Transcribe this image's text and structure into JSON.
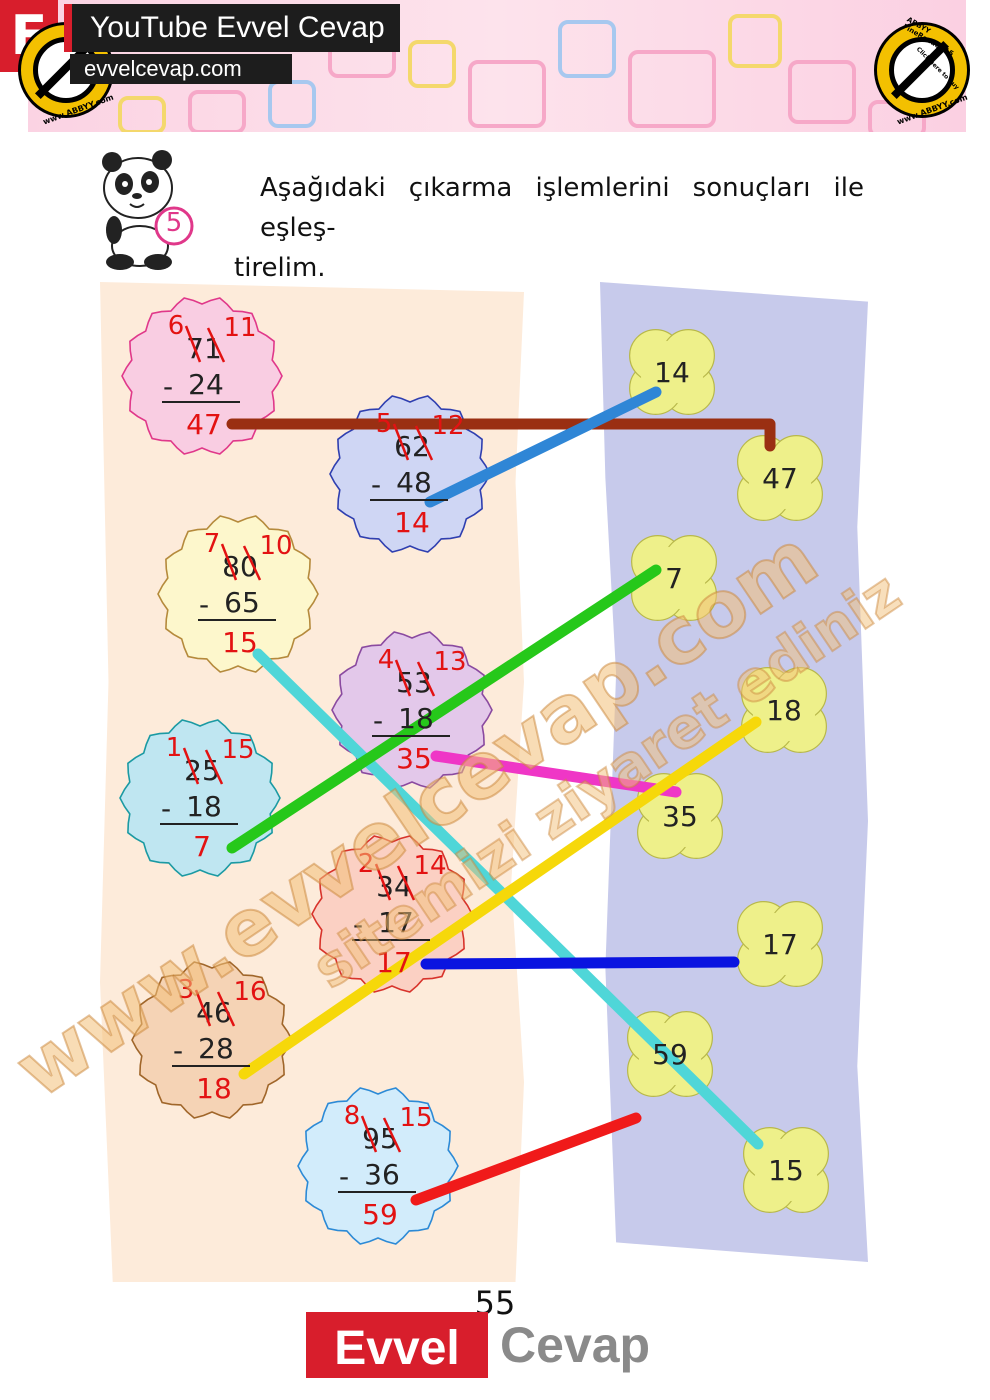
{
  "header": {
    "brand_letter": "E",
    "youtube_title": "YouTube Evvel Cevap",
    "website": "evvelcevap.com",
    "seal_text_left": "www.ABBYY.com",
    "seal_text_right": "www.ABBYY.com",
    "seal_text_top": "Click here to buy",
    "seal_text_product": "ABBYY FineReader 15"
  },
  "exercise": {
    "number": "5",
    "instruction_line1": "Aşağıdaki çıkarma işlemlerini sonuçları ile eşleş-",
    "instruction_line2": "tirelim."
  },
  "problems": [
    {
      "id": "p1",
      "borrow_tens": "6",
      "borrow_ones": "11",
      "minuend": "71",
      "subtrahend": "24",
      "result": "47",
      "sign": "-",
      "color": "#f9cde2",
      "border": "#e0388a"
    },
    {
      "id": "p2",
      "borrow_tens": "5",
      "borrow_ones": "12",
      "minuend": "62",
      "subtrahend": "48",
      "result": "14",
      "sign": "-",
      "color": "#cfd6f4",
      "border": "#2f3fb0"
    },
    {
      "id": "p3",
      "borrow_tens": "7",
      "borrow_ones": "10",
      "minuend": "80",
      "subtrahend": "65",
      "result": "15",
      "sign": "-",
      "color": "#fdf7cc",
      "border": "#b58a3c"
    },
    {
      "id": "p4",
      "borrow_tens": "4",
      "borrow_ones": "13",
      "minuend": "53",
      "subtrahend": "18",
      "result": "35",
      "sign": "-",
      "color": "#e3c8ea",
      "border": "#8a4aa0"
    },
    {
      "id": "p5",
      "borrow_tens": "1",
      "borrow_ones": "15",
      "minuend": "25",
      "subtrahend": "18",
      "result": "7",
      "sign": "-",
      "color": "#bfe6f1",
      "border": "#1b9aa3"
    },
    {
      "id": "p6",
      "borrow_tens": "2",
      "borrow_ones": "14",
      "minuend": "34",
      "subtrahend": "17",
      "result": "17",
      "sign": "-",
      "color": "#fbd0c3",
      "border": "#d8332b"
    },
    {
      "id": "p7",
      "borrow_tens": "3",
      "borrow_ones": "16",
      "minuend": "46",
      "subtrahend": "28",
      "result": "18",
      "sign": "-",
      "color": "#f5d3b5",
      "border": "#a0662a"
    },
    {
      "id": "p8",
      "borrow_tens": "8",
      "borrow_ones": "15",
      "minuend": "95",
      "subtrahend": "36",
      "result": "59",
      "sign": "-",
      "color": "#d2ecfb",
      "border": "#2c8ad6"
    }
  ],
  "answers": [
    {
      "id": "a14",
      "value": "14"
    },
    {
      "id": "a47",
      "value": "47"
    },
    {
      "id": "a7",
      "value": "7"
    },
    {
      "id": "a18",
      "value": "18"
    },
    {
      "id": "a35",
      "value": "35"
    },
    {
      "id": "a17",
      "value": "17"
    },
    {
      "id": "a59",
      "value": "59"
    },
    {
      "id": "a15",
      "value": "15"
    }
  ],
  "connections": [
    {
      "from": "p1",
      "to": "a47",
      "color": "#9a2f12"
    },
    {
      "from": "p2",
      "to": "a14",
      "color": "#2f86d6"
    },
    {
      "from": "p3",
      "to": "a15",
      "color": "#4fd6d8"
    },
    {
      "from": "p4",
      "to": "a35",
      "color": "#ef36c6"
    },
    {
      "from": "p5",
      "to": "a7",
      "color": "#26c81a"
    },
    {
      "from": "p6",
      "to": "a17",
      "color": "#0a14e0"
    },
    {
      "from": "p7",
      "to": "a18",
      "color": "#f6d80a"
    },
    {
      "from": "p8",
      "to": "a59",
      "color": "#f01a1a"
    }
  ],
  "watermark": {
    "line1": "www.evvelcevap.com",
    "line2": "sitemizi ziyaret ediniz"
  },
  "footer": {
    "page_number": "55",
    "logo_left": "Evvel",
    "logo_right": "Cevap"
  }
}
